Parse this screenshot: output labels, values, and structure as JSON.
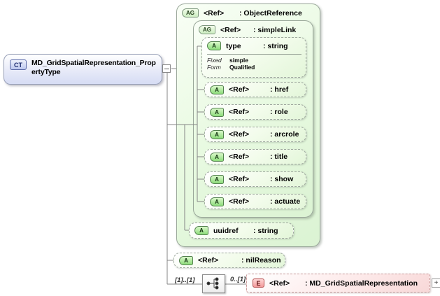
{
  "colors": {
    "complex_type_fill": "#d6dcf4",
    "attribute_group_fill": "#e6f9df",
    "attribute_badge_fill": "#8cdc7a",
    "element_fill": "#f8d8d8",
    "element_badge_fill": "#f29a9a",
    "connector_line": "#858585"
  },
  "root_box": {
    "badge": "CT",
    "title": "MD_GridSpatialRepresentation_PropertyType"
  },
  "groups": {
    "object_reference": {
      "badge": "AG",
      "name": "<Ref>",
      "type": ": ObjectReference"
    },
    "simple_link": {
      "badge": "AG",
      "name": "<Ref>",
      "type": ": simpleLink"
    }
  },
  "type_attribute": {
    "badge": "A",
    "name": "type",
    "type": ": string",
    "facets": [
      {
        "label": "Fixed",
        "value": "simple"
      },
      {
        "label": "Form",
        "value": "Qualified"
      }
    ]
  },
  "link_attributes": [
    {
      "badge": "A",
      "name": "<Ref>",
      "type": ": href"
    },
    {
      "badge": "A",
      "name": "<Ref>",
      "type": ": role"
    },
    {
      "badge": "A",
      "name": "<Ref>",
      "type": ": arcrole"
    },
    {
      "badge": "A",
      "name": "<Ref>",
      "type": ": title"
    },
    {
      "badge": "A",
      "name": "<Ref>",
      "type": ": show"
    },
    {
      "badge": "A",
      "name": "<Ref>",
      "type": ": actuate"
    }
  ],
  "uuidref_attribute": {
    "badge": "A",
    "name": "uuidref",
    "type": ": string"
  },
  "nil_reason_attribute": {
    "badge": "A",
    "name": "<Ref>",
    "type": ": nilReason"
  },
  "sequence": {
    "cardinality": "[1]..[1]"
  },
  "element": {
    "cardinality": "0..[1]",
    "badge": "E",
    "name": "<Ref>",
    "type": ": MD_GridSpatialRepresentation",
    "expand": "+"
  }
}
